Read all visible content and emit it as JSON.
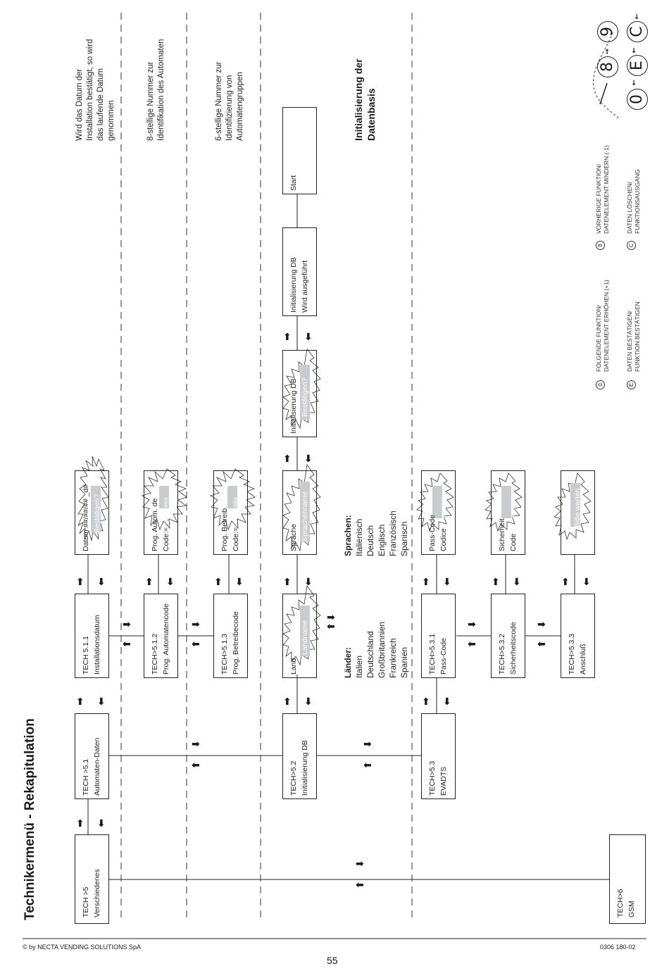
{
  "header": {
    "title": "Technikermenü - Rekapitulation"
  },
  "footer": {
    "copyright": "© by NECTA VENDING SOLUTIONS SpA",
    "page_number": "55",
    "doc_code": "0306 180-02"
  },
  "menu": {
    "tech5": [
      "TECH >5",
      "Verschiedenes"
    ],
    "tech6": [
      "TECH>6",
      "GSM"
    ],
    "tech51": [
      "TECH >5.1",
      "Automaten-Daten"
    ],
    "tech52": [
      "TECH>5.2",
      "Initialisierung DB"
    ],
    "tech53": [
      "TECH>5.3",
      "EVADTS"
    ],
    "tech511": [
      "TECH 5.1.1",
      "Installationsdatum"
    ],
    "tech512": [
      "TECH>5.1.2",
      "Prog. Automatencode"
    ],
    "tech513": [
      "TECH>5.1.3",
      "Prog. Betreibecode"
    ],
    "tech531": [
      "TECH>5.3.1",
      "Pass-Code"
    ],
    "tech532": [
      "TECH>5.3.2",
      "Sicherheitscode"
    ],
    "tech533": [
      "TECH>5.3.3",
      "Anschluß"
    ]
  },
  "displays": {
    "datum": {
      "line1": "Datum ##/##/## _d#",
      "flash": "Bestätigen?"
    },
    "autom": {
      "line1": "Prog. Autom.      de",
      "line2": "Code:= . .",
      "flash": "###"
    },
    "betreib": {
      "line1": "Prog. Betreib",
      "line2": "Code:= . .",
      "flash": "###"
    },
    "land": {
      "line1": "Land",
      "flash": "Landname"
    },
    "sprache": {
      "line1": "Sprache",
      "flash": "Sprachenname"
    },
    "init_confirm": {
      "line1": "Initialisierung DB",
      "flash": "Bestätigen?"
    },
    "init_running": {
      "line1": "Initialisierung DB",
      "line2": "Wird ausgeführt"
    },
    "start": {
      "line1": "Start"
    },
    "passcode": {
      "line1": "Pass-Code",
      "line2": "Codice",
      "flash": "######"
    },
    "sicherheit": {
      "line1": "Sicherheit",
      "line2": "Code",
      "flash": "######"
    },
    "warten": {
      "flash": "Bitte warten"
    }
  },
  "descriptions": {
    "datum": [
      "Wird das Datum der",
      "Installation bestätigt, so wird",
      "das laufende Datum",
      "genommen"
    ],
    "automat": [
      "8-stellige Nummer zur",
      "Identifikation des Automaten"
    ],
    "gruppen": [
      "6-stellige Nummer zur",
      "Identifizierung von",
      "Automatengruppen"
    ],
    "init_db": [
      "Initialisierung der",
      "Datenbasis"
    ]
  },
  "countries": {
    "heading": "Länder:",
    "items": [
      "Italien",
      "Deutschland",
      "Großbritannien",
      "Frankreich",
      "Spanien"
    ]
  },
  "languages": {
    "heading": "Sprachen:",
    "items": [
      "Italienisch",
      "Deutsch",
      "Englisch",
      "Französisch",
      "Spanisch"
    ]
  },
  "legend": {
    "key0": {
      "symbol": "0",
      "lines": [
        "FOLGENDE FUNKTION/",
        "DATENELEMENT ERHÖHEN (+1)"
      ]
    },
    "key8": {
      "symbol": "8",
      "lines": [
        "VORHERIGE FUNKTION/",
        "DATENELEMENT MINDERN (-1)"
      ]
    },
    "keyE": {
      "symbol": "E",
      "lines": [
        "DATEN BESTÄTIGEN/",
        "FUNKTION BESTÄTIGEN"
      ]
    },
    "keyC": {
      "symbol": "C",
      "lines": [
        "DATEN LÖSCHEN/",
        "FUNKTIONSAUSGANG"
      ]
    }
  },
  "keypad": {
    "keys": [
      "8",
      "9",
      "0",
      "E",
      "C"
    ]
  }
}
